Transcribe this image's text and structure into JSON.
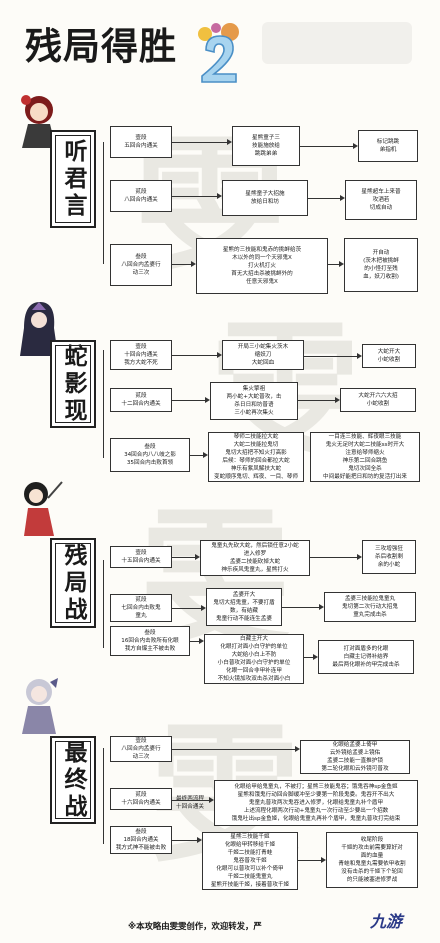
{
  "header": {
    "title": "残局得胜"
  },
  "footer": {
    "note": "※本攻略由雯雯创作，欢迎转发，严",
    "logo": "九游"
  },
  "sections": [
    {
      "badge": "听君言",
      "stages": [
        {
          "label": "壹段\n五回合内通关",
          "step": "星熊童子三\n技能施放给\n跳跳弟弟",
          "result": "标记跳跳\n弟指机"
        },
        {
          "label": "贰段\n八回合内通关",
          "step": "星熊童子大招施\n放给日和坊",
          "result": "星熊超车上来普\n攻酒若\n切成自动"
        },
        {
          "label": "叁段\n八回合内孟婆行\n动三次",
          "step": "星熊的三技能和鬼赤的挑衅给茨\n木以外的同一个天邪鬼X\n打火机打火\n首无大招击杀被挑衅外的\n任意天邪鬼X",
          "result": "开自动\n(茨木把被挑衅\n的小怪打至残\n血，妖刀收割)"
        }
      ]
    },
    {
      "badge": "蛇影现",
      "stages": [
        {
          "label": "壹段\n十回合内通关\n我方大蛇不死",
          "step": "开局三小蛇集火茨木\n缩妖刀\n大蛇回血",
          "result": "大蛇开大\n小蛇收割"
        },
        {
          "label": "贰段\n十二回合内通关",
          "step": "集火擎祖\n两小蛇+大蛇普攻，击\n杀日日和坊普语\n三小蛇再次集火",
          "result": "大蛇开六六大招\n小蛇收割"
        },
        {
          "label": "叁段\n34回合内八八岐之影\n35回合内击败首领",
          "step": "琴师二技能拉大蛇\n大蛇二技能拉鬼切\n鬼切大招把不知火打高影\n后候：琴师的回合都拉大蛇\n神乐有紫凤解扶大蛇\n变蛇顺序鬼切、辉夜、一目、琴师",
          "result": "一目连三技能、辉夜眼三技能\n鬼火无足时大蛇二技能ss时开大\n注意给琴师缩火\n神乐第二回合跳鱼\n鬼切次回全杀\n中间最好能把日和坊的复活打出来"
        }
      ]
    },
    {
      "badge": "残局战",
      "stages": [
        {
          "label": "壹段\n十五回合内通关",
          "step": "鬼童丸先砍大蛇，然后锁任意2小蛇\n进入修罗\n孟婆二技能砍掉大蛇\n神乐疾风鬼童丸，星熊打火",
          "result": "三攻增强狂\n杀后收割剩\n余的小蛇"
        },
        {
          "label": "贰段\n七回合内击败鬼\n童丸",
          "step": "孟婆开大\n鬼切大招鬼童，不要打盾\n数，有结藏\n鬼童行动不能连生孟婆",
          "result": "孟婆三技能拉鬼童丸\n鬼切第二次行动大招鬼\n童丸完成击杀"
        },
        {
          "label": "叁段\n16回合内击败所有化眼\n我方自爆主不被击败",
          "step": "白藏主开大\n化眼打对面小白守护的单位\n大蛇给小白上不防\n小白普攻对面小白守护的单位\n化眼一回合非甲补连甲\n不知火镜加攻双击杀对面小白",
          "result": "打对面盾多的化眼\n白藏主记得补结界\n最后两化眼补的甲完成击杀"
        }
      ]
    },
    {
      "badge": "最终战",
      "stages": [
        {
          "label": "壹段\n八回合内孟婆行\n动三次",
          "step": "",
          "result": "化眼给孟婆上倚甲\n云外镜给孟婆上镜佑\n孟婆二技能一直推护锁\n第二轮化眼和云外镜可普攻"
        },
        {
          "label": "贰段\n十六回合内通关",
          "mid": "最终两流程\n十回合通关",
          "step": "化眼给甲给鬼童丸，不被打；星熊三技能鬼吞；饿鬼吞神sp金鱼姬\n星熊和饿鬼行动回合脚缓冲至少要第一阶段鬼委。鬼吞开不出大\n鬼童丸普攻两次鬼吞进入修罗，化眼给鬼童丸补个盾甲\n上述流程化眼两次行动+鬼童丸一次行动至少要出一个招数\n饿鬼吐出sp金鱼姬，化眼给鬼童丸再补个盾甲，鬼童丸普攻打完结束",
          "result": ""
        },
        {
          "label": "叁段\n18回合内通关\n我方式神不能被击败",
          "step": "星熊三技能千姬\n化眼给甲转移给千姬\n千姬二技能打青蛙\n鬼吞普攻千姬\n化眼可以普攻可以补个倚甲\n千姬二技能鬼童丸\n星熊开技能千姬，接着普攻千姬",
          "result": "收尾阶段\n千姬的攻击前需要算好对\n面的血量\n青蛙和鬼童丸需要依甲收割\n没有击杀的千姬下个轮回\n的只能被塞进修罗战"
        }
      ]
    }
  ]
}
